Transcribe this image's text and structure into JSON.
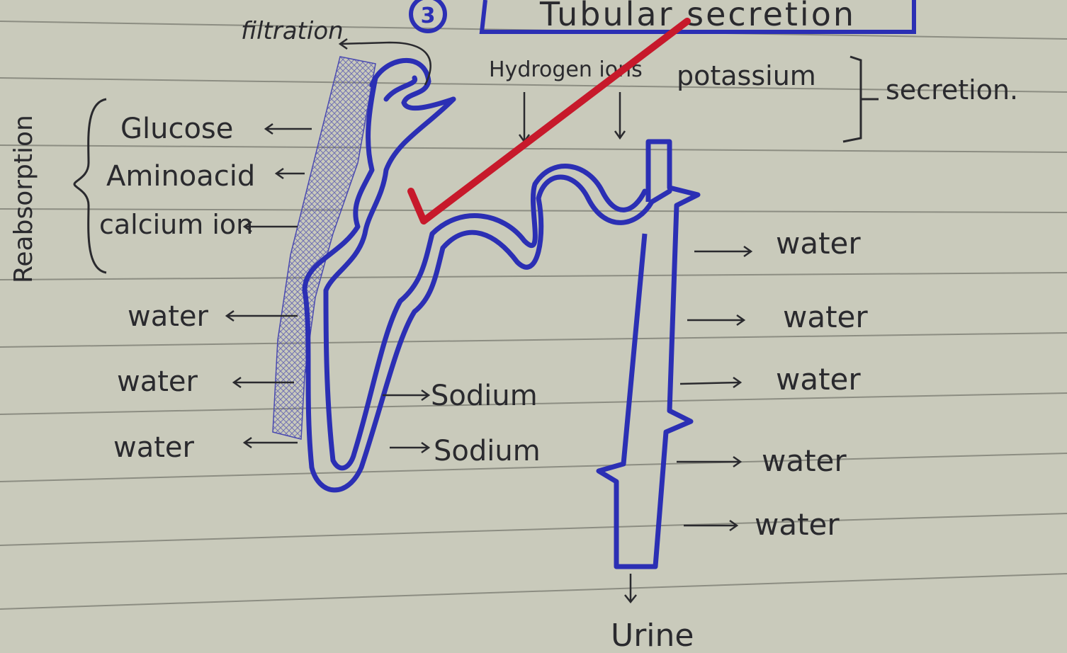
{
  "header": {
    "step_number": "3",
    "title": "Tubular secretion",
    "filtration_label": "filtration"
  },
  "reabsorption": {
    "group_label": "Reabsorption",
    "items": [
      "Glucose",
      "Aminoacid",
      "calcium ion"
    ],
    "water_labels": [
      "water",
      "water",
      "water"
    ]
  },
  "sodium_labels": [
    "Sodium",
    "Sodium"
  ],
  "secretion": {
    "items": [
      "Hydrogen ions",
      "potassium"
    ],
    "group_label": "secretion."
  },
  "collecting_duct_water": [
    "water",
    "water",
    "water",
    "water",
    "water"
  ],
  "output_label": "Urine",
  "colors": {
    "paper": "#c9cabb",
    "ruled_line": "#7d7e74",
    "ink": "#2a2a2e",
    "tubule_ink": "#2b2fb4",
    "check_mark": "#c7192b"
  }
}
